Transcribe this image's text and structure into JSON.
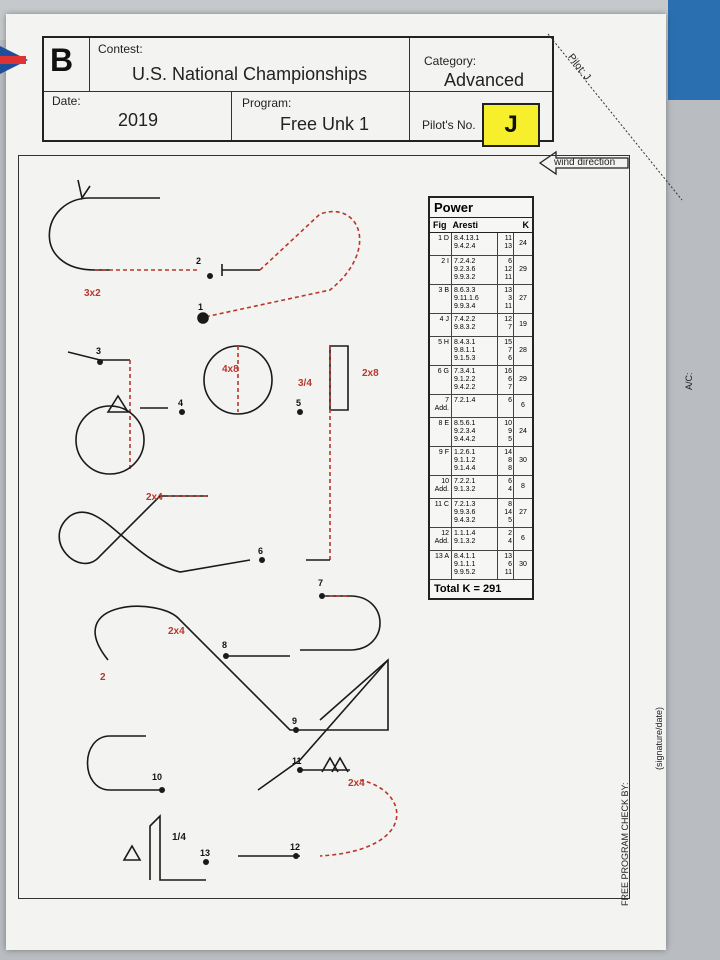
{
  "header": {
    "sheet_letter": "B",
    "contest_label": "Contest:",
    "contest": "U.S. National Championships",
    "category_label": "Category:",
    "category": "Advanced",
    "date_label": "Date:",
    "date": "2019",
    "program_label": "Program:",
    "program": "Free Unk 1",
    "pilot_no_label": "Pilot's No.",
    "pilot_no": "J",
    "corner_pilot": "Pilot: J",
    "wind": "wind direction"
  },
  "power_table": {
    "title": "Power",
    "col_fig": "Fig",
    "col_aresti": "Aresti",
    "col_k": "K",
    "rows": [
      {
        "fig": "1 D",
        "aresti": [
          "8.4.13.1",
          "9.4.2.4"
        ],
        "ks": [
          "11",
          "13"
        ],
        "k": "24"
      },
      {
        "fig": "2 I",
        "aresti": [
          "7.2.4.2",
          "9.2.3.6",
          "9.9.3.2"
        ],
        "ks": [
          "6",
          "12",
          "11"
        ],
        "k": "29"
      },
      {
        "fig": "3 B",
        "aresti": [
          "8.6.3.3",
          "9.11.1.6",
          "9.9.3.4"
        ],
        "ks": [
          "13",
          "3",
          "11"
        ],
        "k": "27"
      },
      {
        "fig": "4 J",
        "aresti": [
          "7.4.2.2",
          "9.8.3.2"
        ],
        "ks": [
          "12",
          "7"
        ],
        "k": "19"
      },
      {
        "fig": "5 H",
        "aresti": [
          "8.4.3.1",
          "9.8.1.1",
          "9.1.5.3"
        ],
        "ks": [
          "15",
          "7",
          "6"
        ],
        "k": "28"
      },
      {
        "fig": "6 G",
        "aresti": [
          "7.3.4.1",
          "9.1.2.2",
          "9.4.2.2"
        ],
        "ks": [
          "16",
          "6",
          "7"
        ],
        "k": "29"
      },
      {
        "fig": "7 Add.",
        "aresti": [
          "7.2.1.4"
        ],
        "ks": [
          "6"
        ],
        "k": "6"
      },
      {
        "fig": "8 E",
        "aresti": [
          "8.5.6.1",
          "9.2.3.4",
          "9.4.4.2"
        ],
        "ks": [
          "10",
          "9",
          "5"
        ],
        "k": "24"
      },
      {
        "fig": "9 F",
        "aresti": [
          "1.2.6.1",
          "9.1.1.2",
          "9.1.4.4"
        ],
        "ks": [
          "14",
          "8",
          "8"
        ],
        "k": "30"
      },
      {
        "fig": "10 Add.",
        "aresti": [
          "7.2.2.1",
          "9.1.3.2"
        ],
        "ks": [
          "6",
          "4"
        ],
        "k": "8"
      },
      {
        "fig": "11 C",
        "aresti": [
          "7.2.1.3",
          "9.9.3.6",
          "9.4.3.2"
        ],
        "ks": [
          "8",
          "14",
          "5"
        ],
        "k": "27"
      },
      {
        "fig": "12 Add.",
        "aresti": [
          "1.1.1.4",
          "9.1.3.2"
        ],
        "ks": [
          "2",
          "4"
        ],
        "k": "6"
      },
      {
        "fig": "13 A",
        "aresti": [
          "8.4.1.1",
          "9.1.1.1",
          "9.9.5.2"
        ],
        "ks": [
          "13",
          "6",
          "11"
        ],
        "k": "30"
      }
    ],
    "total": "Total K = 291"
  },
  "side": {
    "ac": "A/C:",
    "sig": "(signature/date)",
    "check": "FREE PROGRAM CHECK BY:"
  },
  "figure_labels": [
    "1",
    "2",
    "3",
    "4",
    "5",
    "6",
    "7",
    "8",
    "9",
    "10",
    "11",
    "12",
    "13",
    "2"
  ],
  "roll_labels": [
    "3x2",
    "4x8",
    "3/4",
    "2x8",
    "2x4",
    "2x4",
    "2x4",
    "1/4"
  ],
  "colors": {
    "ink": "#1a1a1a",
    "red": "#b8372a",
    "yellow": "#f7ef2c"
  }
}
